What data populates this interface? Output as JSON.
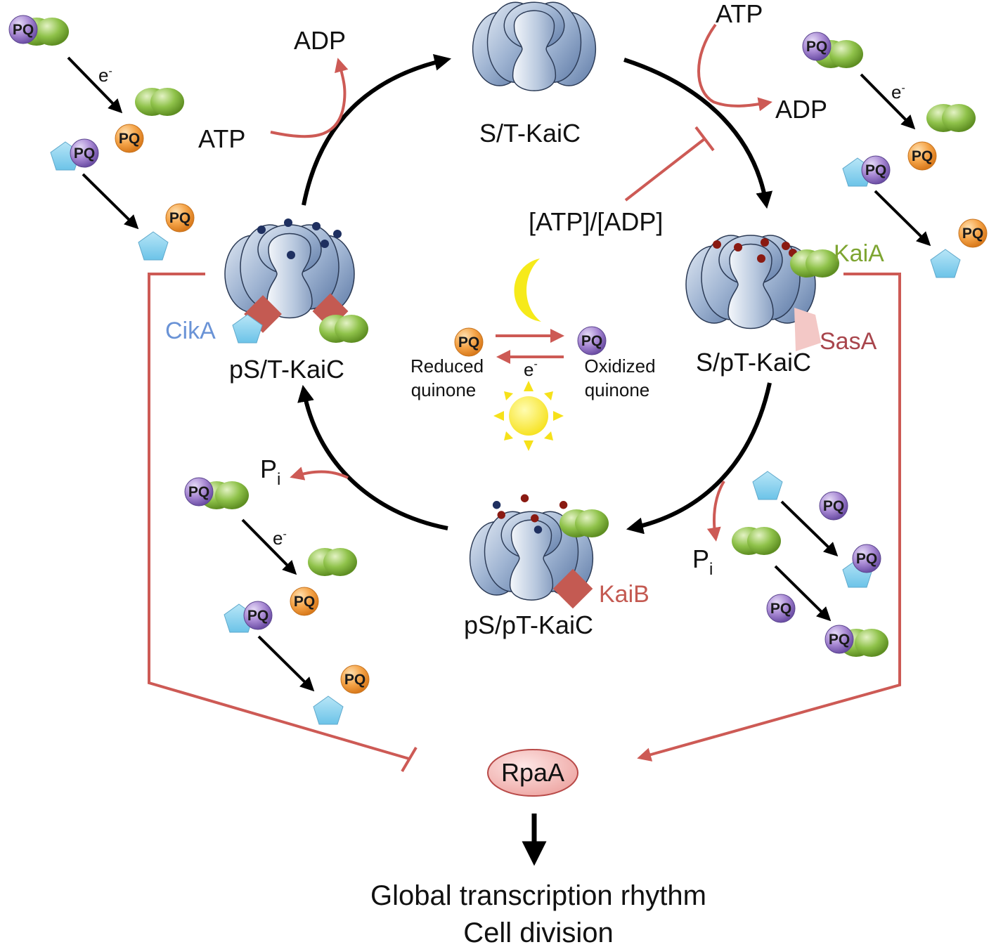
{
  "states": {
    "top": "S/T-KaiC",
    "right": "S/pT-KaiC",
    "bottom": "pS/pT-KaiC",
    "left": "pS/T-KaiC"
  },
  "proteins": {
    "kaia": "KaiA",
    "kaib": "KaiB",
    "cika": "CikA",
    "sasa": "SasA",
    "rpaa": "RpaA"
  },
  "labels": {
    "atp": "ATP",
    "adp": "ADP",
    "ratio": "[ATP]/[ADP]",
    "pi": "P",
    "pi_sub": "i",
    "electron": "e",
    "electron_sup": "-",
    "pq": "PQ",
    "reduced_line1": "Reduced",
    "reduced_line2": "quinone",
    "oxidized_line1": "Oxidized",
    "oxidized_line2": "quinone"
  },
  "output": {
    "line1": "Global transcription rhythm",
    "line2": "Cell division"
  },
  "colors": {
    "black_arrow": "#000000",
    "red_regulation": "#cd5a55",
    "kaic_blue": "#8fa6c6",
    "pq_purple": "#a98ad4",
    "pq_orange": "#f5a54a",
    "kaia_green": "#8fc24a",
    "cika_blue": "#6aa6e0",
    "kaib_red": "#c45a52",
    "sun_moon_yellow": "#f6ea1a",
    "rpaa_pink": "#f7c9c7"
  }
}
